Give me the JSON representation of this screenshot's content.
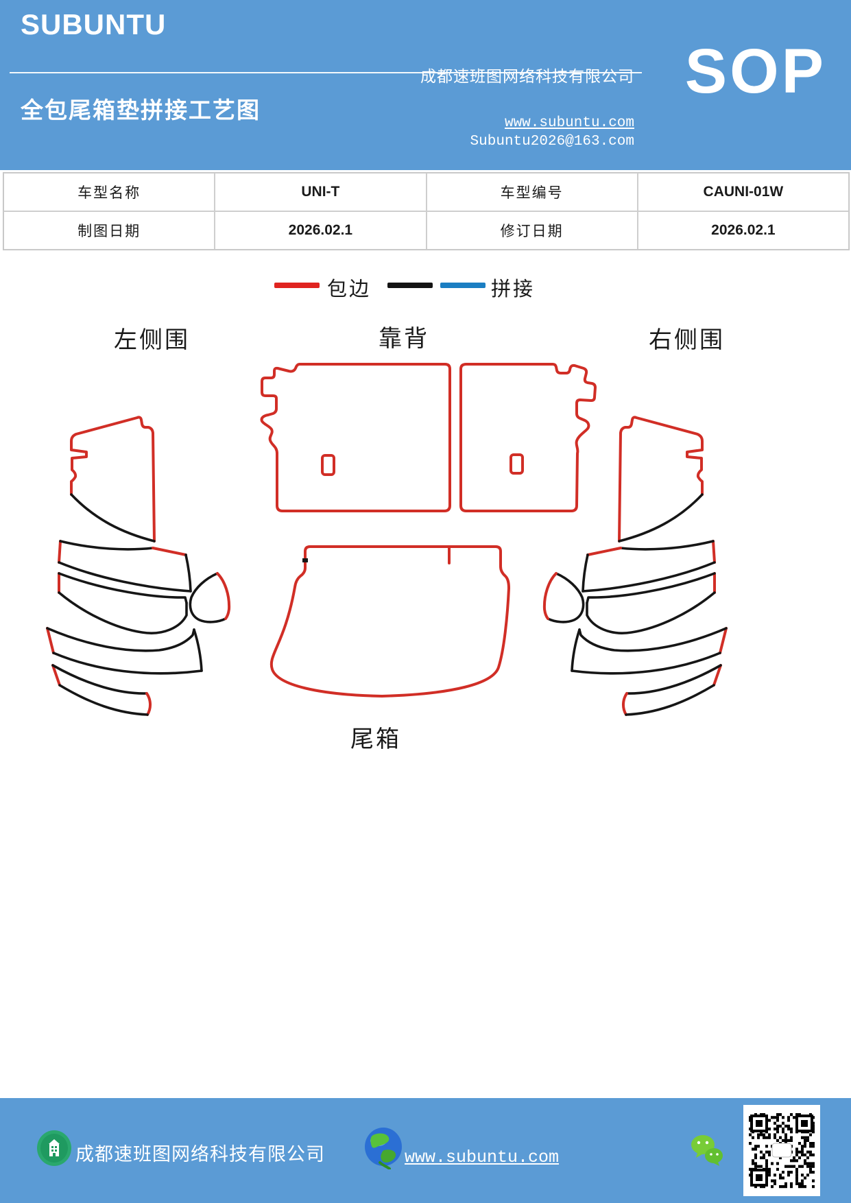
{
  "colors": {
    "header_blue": "#5b9bd5",
    "edge_red": "#d12e26",
    "stitch_black": "#161616",
    "stitch_blue": "#1b7ec2"
  },
  "header": {
    "logo": "SUBUNTU",
    "title": "全包尾箱垫拼接工艺图",
    "company": "成都速班图网络科技有限公司",
    "website": "www.subuntu.com",
    "email": "Subuntu2026@163.com",
    "badge": "SOP"
  },
  "info_table": {
    "cells": [
      "车型名称",
      "UNI-T",
      "车型编号",
      "CAUNI-01W",
      "制图日期",
      "2026.02.1",
      "修订日期",
      "2026.02.1"
    ]
  },
  "legend": {
    "edge_label": "包边",
    "stitch_label": "拼接"
  },
  "sections": {
    "left": "左侧围",
    "back": "靠背",
    "right": "右侧围",
    "trunk": "尾箱"
  },
  "footer": {
    "company": "成都速班图网络科技有限公司",
    "website": "www.subuntu.com"
  },
  "icons": [
    "building-icon",
    "globe-icon",
    "wechat-icon",
    "qr-code"
  ]
}
